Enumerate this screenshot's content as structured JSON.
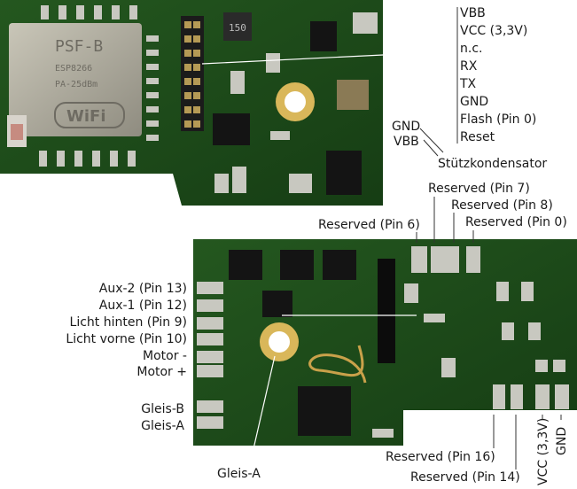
{
  "top_module": {
    "name": "ESP8266 WiFi module (top view)",
    "chip_marking": {
      "lines": [
        "PSF-B",
        "ESP8266",
        "PA-25dBm"
      ],
      "logo": "WiFi",
      "inductor": "150"
    },
    "pin_labels": [
      "VBB",
      "VCC (3,3V)",
      "n.c.",
      "RX",
      "TX",
      "GND",
      "Flash (Pin 0)",
      "Reset"
    ],
    "capacitor_labels": [
      "GND",
      "VBB"
    ],
    "capacitor_caption": "Stützkondensator"
  },
  "bottom_board": {
    "name": "Decoder board (bottom view)",
    "top_labels": [
      "Reserved (Pin 7)",
      "Reserved (Pin 8)",
      "Reserved (Pin 6)",
      "Reserved (Pin 0)"
    ],
    "left_labels": [
      "Aux-2 (Pin 13)",
      "Aux-1 (Pin 12)",
      "Licht hinten (Pin 9)",
      "Licht vorne (Pin 10)",
      "Motor -",
      "Motor +",
      "Gleis-B",
      "Gleis-A"
    ],
    "bottom_labels": [
      "Gleis-A",
      "Reserved (Pin 16)",
      "Reserved (Pin 14)"
    ],
    "vertical_labels": [
      "VCC (3,3V)",
      "GND"
    ]
  },
  "colors": {
    "pcb": "#1d4a1b",
    "pcb_dark": "#0f2a0e",
    "pad": "#c8c8c0",
    "gold": "#d9b75a",
    "label": "#1a1a1a"
  }
}
